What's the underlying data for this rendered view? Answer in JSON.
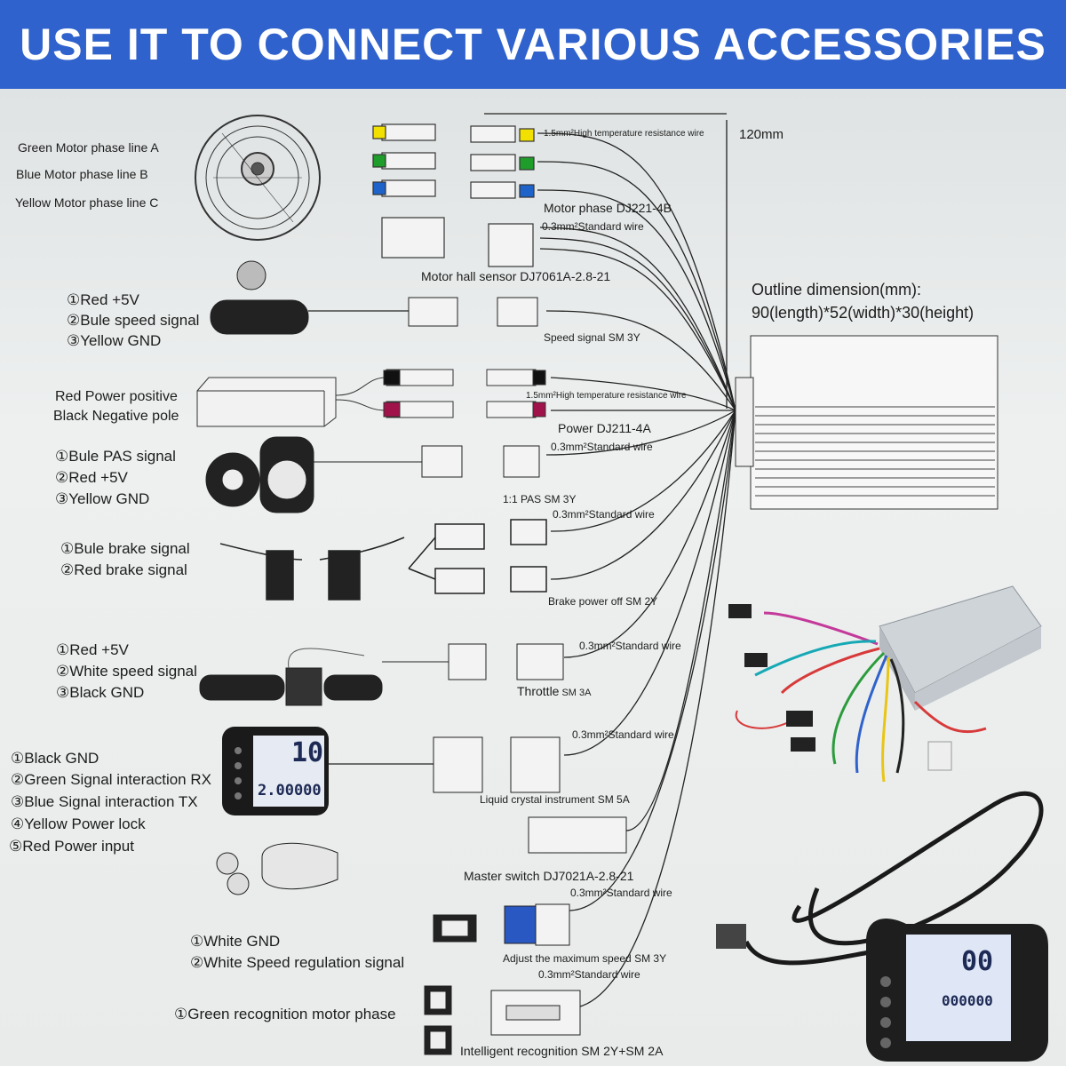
{
  "banner": {
    "title": "USE IT TO CONNECT VARIOUS ACCESSORIES",
    "bg_color": "#2f62cc"
  },
  "dimension": {
    "length_mark": "120mm",
    "title": "Outline dimension(mm):",
    "value": "90(length)*52(width)*30(height)"
  },
  "motor": {
    "labels": [
      "Green Motor phase line A",
      "Blue  Motor phase line B",
      "Yellow  Motor phase line C"
    ],
    "wire_spec": "1.5mm²High temperature resistance wire",
    "phase_label": "Motor phase DJ221-4B",
    "hall_wire": "0.3mm²Standard wire",
    "hall_label": "Motor hall sensor DJ7061A-2.8-21",
    "phase_colors": [
      "#f2e100",
      "#1f9d2a",
      "#1e63c9"
    ]
  },
  "speed_sensor": {
    "labels": [
      "①Red +5V",
      "②Bule  speed signal",
      "③Yellow GND"
    ],
    "connector": "Speed signal SM 3Y"
  },
  "battery": {
    "labels": [
      "Red  Power positive",
      "Black  Negative pole"
    ],
    "wire_spec": "1.5mm²High temperature resistance wire",
    "connector": "Power DJ211-4A",
    "wire_std": "0.3mm²Standard wire"
  },
  "pas": {
    "labels": [
      "①Bule  PAS signal",
      "②Red +5V",
      "③Yellow GND"
    ],
    "connector": "1:1 PAS SM 3Y",
    "wire_std": "0.3mm²Standard wire"
  },
  "brake": {
    "labels": [
      "①Bule  brake signal",
      "②Red   brake signal"
    ],
    "connector": "Brake power off SM 2Y"
  },
  "throttle": {
    "labels": [
      "①Red +5V",
      "②White  speed signal",
      "③Black GND"
    ],
    "wire_std": "0.3mm²Standard wire",
    "connector_name": "Throttle",
    "connector_code": "SM 3A"
  },
  "display": {
    "labels": [
      "①Black GND",
      "②Green Signal interaction RX",
      "③Blue  Signal interaction TX",
      "④Yellow Power lock",
      "⑤Red Power input"
    ],
    "wire_std": "0.3mm²Standard wire",
    "connector": "Liquid crystal instrument SM 5A",
    "screen_top": "10",
    "screen_bottom": "2.00000"
  },
  "master_switch": {
    "connector": "Master switch DJ7021A-2.8-21",
    "wire_std": "0.3mm²Standard wire"
  },
  "speed_limit": {
    "labels": [
      "①White  GND",
      "②White Speed regulation signal"
    ],
    "connector": "Adjust the maximum speed SM 3Y",
    "wire_std": "0.3mm²Standard wire"
  },
  "recognition": {
    "labels": [
      "①Green  recognition motor phase"
    ],
    "connector": "Intelligent recognition SM 2Y+SM 2A"
  },
  "product_lcd": {
    "screen_top": "00",
    "screen_bottom": "000000"
  }
}
